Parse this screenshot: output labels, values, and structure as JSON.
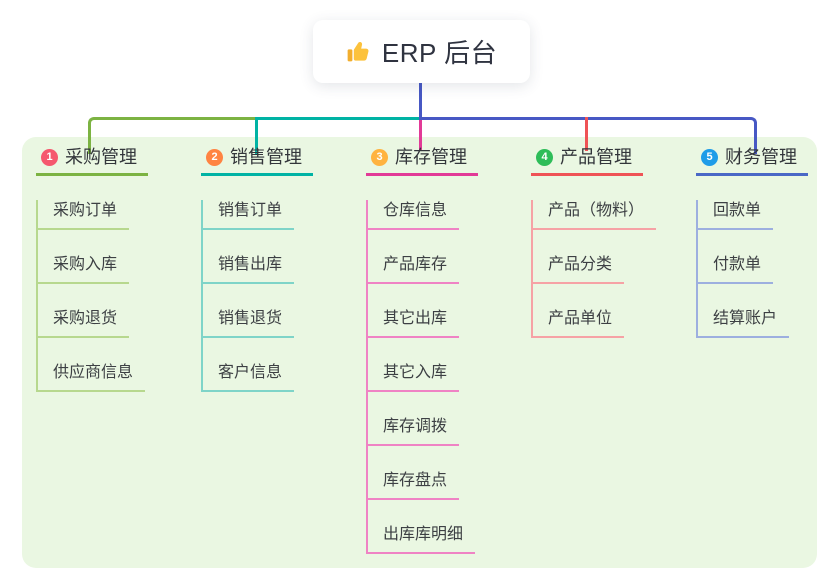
{
  "root": {
    "icon": "thumbs-up-icon",
    "label": "ERP 后台"
  },
  "connector": {
    "stem_color": "#4758c4",
    "bus_left_color": "#7cb342",
    "bus_mid_color": "#00b3a4",
    "bus_right_color": "#4758c4",
    "drop3_color": "#e23a97",
    "drop4_color": "#ef5356"
  },
  "board_color": "#eaf7e2",
  "branches": [
    {
      "num": "1",
      "label": "采购管理",
      "badge_color": "#f5586e",
      "line_color": "#7cb342",
      "child_line_color": "#b7d88e",
      "children": [
        "采购订单",
        "采购入库",
        "采购退货",
        "供应商信息"
      ]
    },
    {
      "num": "2",
      "label": "销售管理",
      "badge_color": "#ff8442",
      "line_color": "#00b3a4",
      "child_line_color": "#7fd4c8",
      "children": [
        "销售订单",
        "销售出库",
        "销售退货",
        "客户信息"
      ]
    },
    {
      "num": "3",
      "label": "库存管理",
      "badge_color": "#ffb340",
      "line_color": "#e23a97",
      "child_line_color": "#ef83c4",
      "children": [
        "仓库信息",
        "产品库存",
        "其它出库",
        "其它入库",
        "库存调拨",
        "库存盘点",
        "出库库明细"
      ]
    },
    {
      "num": "4",
      "label": "产品管理",
      "badge_color": "#2ebd59",
      "line_color": "#ef5356",
      "child_line_color": "#f6a2a5",
      "children": [
        "产品（物料）",
        "产品分类",
        "产品单位"
      ]
    },
    {
      "num": "5",
      "label": "财务管理",
      "badge_color": "#1f9ce8",
      "line_color": "#4a68c6",
      "child_line_color": "#9dafdf",
      "children": [
        "回款单",
        "付款单",
        "结算账户"
      ]
    }
  ]
}
